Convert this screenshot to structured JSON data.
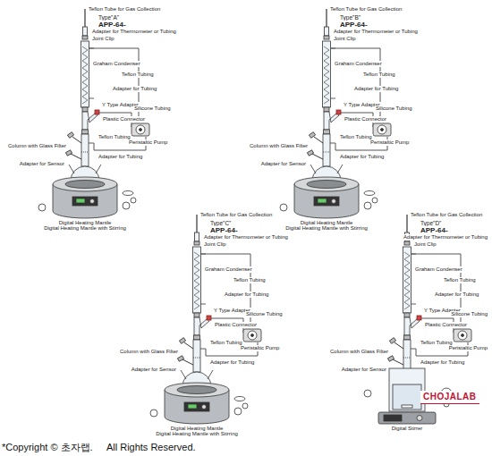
{
  "diagram": {
    "caption": "*Copyright © 초자랩.     All Rights Reserved.",
    "nodes": [
      {
        "text": [
          "CHOJALAB"
        ]
      }
    ],
    "labels": [
      "Teflon Tube for Gas Collection",
      "Type\"A\"",
      "APP-64-",
      "Adapter for Thermometer or Tubing",
      "Joint Clip",
      "Graham Condenser",
      "Teflon Tubing",
      "Adapter for Tubing",
      "Y Type Adapter",
      "Silicone Tubing",
      "Plastic Connector",
      "Teflon Tubing",
      "Peristaltic Pump",
      "Column with Glass Filter",
      "Adapter for Tubing",
      "Adapter for Sensor",
      "Digital Heating Mantle",
      "Digital Heating Mantle with Stirring",
      "Teflon Tube for Gas Collection",
      "Type\"B\"",
      "APP-64-",
      "Adapter for Thermometer or Tubing",
      "Joint Clip",
      "Graham Condenser",
      "Teflon Tubing",
      "Adapter for Tubing",
      "Y Type Adapter",
      "Silicone Tubing",
      "Plastic Connector",
      "Teflon Tubing",
      "Peristaltic Pump",
      "Column with Glass Filter",
      "Adapter for Tubing",
      "Adapter for Sensor",
      "Digital Heating Mantle",
      "Digital Heating Mantle with Stirring",
      "Teflon Tube for Gas Collection",
      "Type\"C\"",
      "APP-64-",
      "Adapter for Thermometer or Tubing",
      "Joint Clip",
      "Graham Condenser",
      "Teflon Tubing",
      "Adapter for Tubing",
      "Y Type Adapter",
      "Silicone Tubing",
      "Plastic Connector",
      "Teflon Tubing",
      "Peristaltic Pump",
      "Column with Glass Filter",
      "Adapter for Tubing",
      "Adapter for Sensor",
      "Digital Heating Mantle",
      "Digital Heating Mantle with Stirring",
      "Teflon Tube for Gas Collection",
      "Type\"D\"",
      "APP-64-",
      "Adapter for Thermometer or Tubing",
      "Joint Clip",
      "Graham Condenser",
      "Teflon Tubing",
      "Adapter for Tubing",
      "Y Type Adapter",
      "Silicone Tubing",
      "Plastic Connector",
      "Teflon Tubing",
      "Peristaltic Pump",
      "Column with Glass Filter",
      "Adapter for Tubing",
      "Adapter for Sensor",
      "Digital Stirrer"
    ]
  }
}
